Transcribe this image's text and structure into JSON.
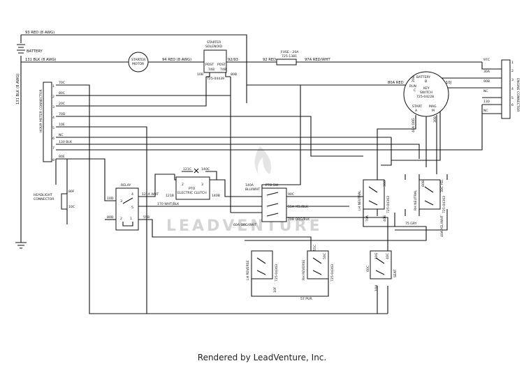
{
  "footer": "Rendered by LeadVenture, Inc.",
  "watermark": "LEADVENTURE",
  "components": {
    "battery": "BATTERY",
    "starter_motor": [
      "STARTER",
      "MOTOR"
    ],
    "starter_solenoid": [
      "STARTER",
      "SOLENOID"
    ],
    "solenoid_post_l": "POST",
    "solenoid_post_r": "POST",
    "solenoid_part": "725-04439",
    "fuse": [
      "FUSE - 20A",
      "725-1381"
    ],
    "key_switch": [
      "KEY",
      "SWITCH",
      "725-04228"
    ],
    "key_battery": "BATTERY",
    "key_b": "B",
    "key_run": "RUN",
    "key_c": "C",
    "key_start": "START",
    "key_mag": "MAG",
    "key_a": "A",
    "key_m": "M",
    "engine_connector": "ENGINE CONNECTOR",
    "hour_meter": "HOUR METER CONNECTOR",
    "relay": "RELAY",
    "pto_clutch": [
      "PTO",
      "ELECTRIC CLUTCH"
    ],
    "pto_switch": "PTO SW",
    "headlight": [
      "HEADLIGHT",
      "CONNECTOR"
    ],
    "lh_neutral": "LH NEUTRAL",
    "rh_neutral": "RH NEUTRAL",
    "lh_reverse": "LH REVERSE",
    "rh_reverse": "RH REVERSE",
    "seat": "SEAT",
    "part_725_04363": "725-04363"
  },
  "wires": {
    "w93": "93 RED (8 AWG)",
    "w131": "131 BLK (8 AWG)",
    "w94": "94 RED (8 AWG)",
    "w9293": "92/93",
    "w92": "92 RED",
    "w97a": "97A RED/WHT",
    "w97c": "97C",
    "w30a": "30A",
    "w90b": "90B",
    "wnc1": "NC",
    "w130": "130",
    "wnc2": "NC",
    "w10b": "10B",
    "w80b": "80B",
    "w74b1": "74B",
    "w74b2": "74B",
    "w80a": "80A RED",
    "w10j": "10J",
    "w20b": "20B",
    "w40a": "40A ORG",
    "w30b": "30B",
    "w70c": "70C",
    "w80c": "80C",
    "w20c": "20C",
    "w70d": "70D",
    "w10e": "10E",
    "wnc3": "NC",
    "w130blk": "130 BLK",
    "w80e": "80E",
    "w131bot": "131 BLK (8 AWG)",
    "w121c": "121C",
    "w140c": "140C",
    "w121b": "121B",
    "w140b": "140B",
    "w121a": "121A WHT",
    "w170": "170 WHT/BLK",
    "w55b": "55B",
    "w10d": "10D",
    "w80d": "80D",
    "w140a": [
      "140A",
      "BLU/WHT"
    ],
    "w90c": "90C",
    "w55a": "55A YEL/BLK",
    "w70b": "70B ORG/BLK",
    "w60a": "60A ORG/WHT",
    "w80f": "80F",
    "w10c": "10C",
    "w70a": "70A",
    "w30d": "30D",
    "w40b": "40B",
    "w60b": "60B",
    "w30c": "30C YEL",
    "w75": "75 GRY",
    "w40a2": "40A YEL/WHT",
    "w57": "57 PUR",
    "w10f": "10F",
    "w55c": "55C",
    "w50c": "50C",
    "w60c": "60C",
    "w10g": "10G",
    "w10h": "10H",
    "w40c": "40C"
  },
  "pins": {
    "p1": "1",
    "p2": "2",
    "p3": "3",
    "p4": "4",
    "p5": "5",
    "p6": "6",
    "p7": "7",
    "p8": "8",
    "r4": "4",
    "r3": "3",
    "r5": "5",
    "r2": "2",
    "r1": "1",
    "c2": "2",
    "c3": "3"
  }
}
